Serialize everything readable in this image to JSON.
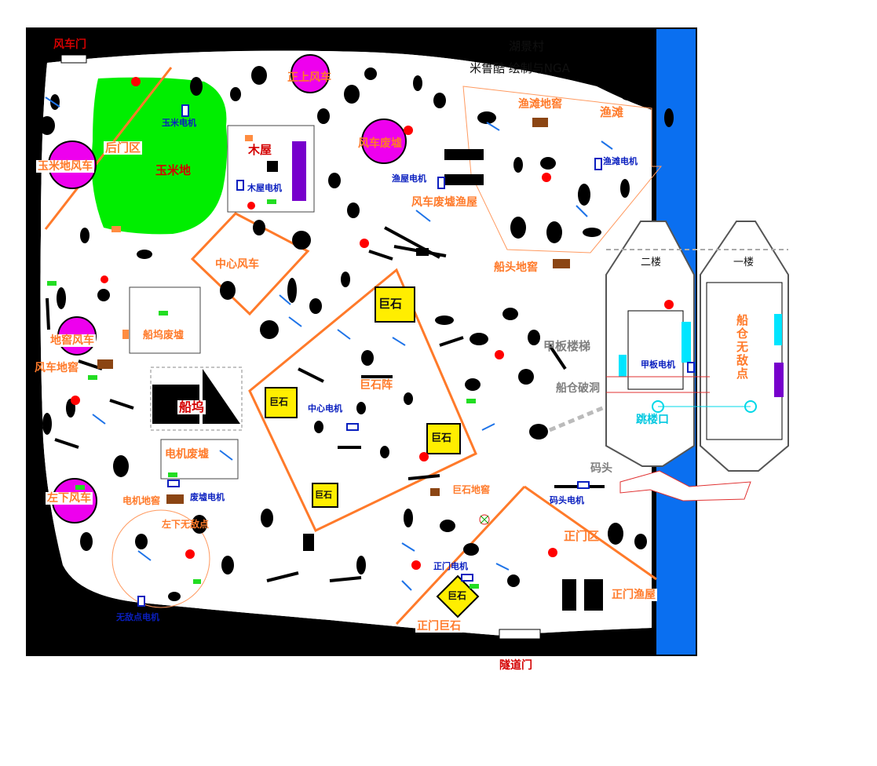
{
  "title": "湖景村",
  "credit": "米鲁酷  绘制与NGA",
  "gates": {
    "windmill_gate": "风车门",
    "tunnel_gate": "隧道门"
  },
  "windmills": {
    "corn": "玉米地风车",
    "top": "正上风车",
    "ruins": "风车废墟",
    "center": "中心风车",
    "cellar": "地窖风车",
    "bottom_left": "左下风车"
  },
  "areas": {
    "back_gate": "后门区",
    "corn_field": "玉米地",
    "cabin": "木屋",
    "beach": "渔滩",
    "beach_cellar": "渔滩地窖",
    "ruins_fish_house": "风车废墟渔屋",
    "bow_cellar": "船头地窖",
    "dock_ruins": "船坞废墟",
    "windmill_cellar": "风车地窖",
    "dock": "船坞",
    "generator_ruins": "电机废墟",
    "generator_cellar": "电机地窖",
    "bl_safe": "左下无敌点",
    "boulder_array": "巨石阵",
    "boulder_cellar": "巨石地窖",
    "main_gate_zone": "正门区",
    "main_gate_fish_house": "正门渔屋",
    "main_gate_boulder": "正门巨石",
    "pier": "码头",
    "deck_stairs": "甲板楼梯",
    "hold_hole": "船仓破洞",
    "jump_point": "跳楼口",
    "floor2": "二楼",
    "floor1": "一楼",
    "hold_safe": "船仓无敌点"
  },
  "generators": {
    "corn": "玉米电机",
    "cabin": "木屋电机",
    "fish_house": "渔屋电机",
    "beach": "渔滩电机",
    "center": "中心电机",
    "deck": "甲板电机",
    "ruins": "废墟电机",
    "pier": "码头电机",
    "main_gate": "正门电机",
    "safe_point": "无敌点电机"
  },
  "boulder_label": "巨石",
  "colors": {
    "sea": "#0a6ff0",
    "corn": "#00ee00",
    "windmill": "#ee00ee",
    "boulder": "#ffee00",
    "route": "#ff7a2a",
    "generator": "#0a1fbf",
    "cellar": "#8b4513",
    "marker": "#ff0000"
  }
}
